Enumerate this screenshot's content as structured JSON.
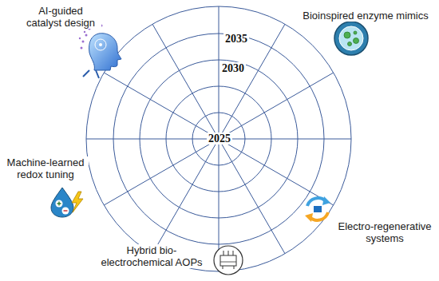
{
  "diagram": {
    "labels": [
      "AI-guided catalyst design",
      "Bioinspired enzyme mimics",
      "Machine-learned redox tuning",
      "Electro-regenerative systems",
      "Hybrid bio-electrochemical AOPs",
      "2035",
      "2030",
      "2025"
    ]
  }
}
